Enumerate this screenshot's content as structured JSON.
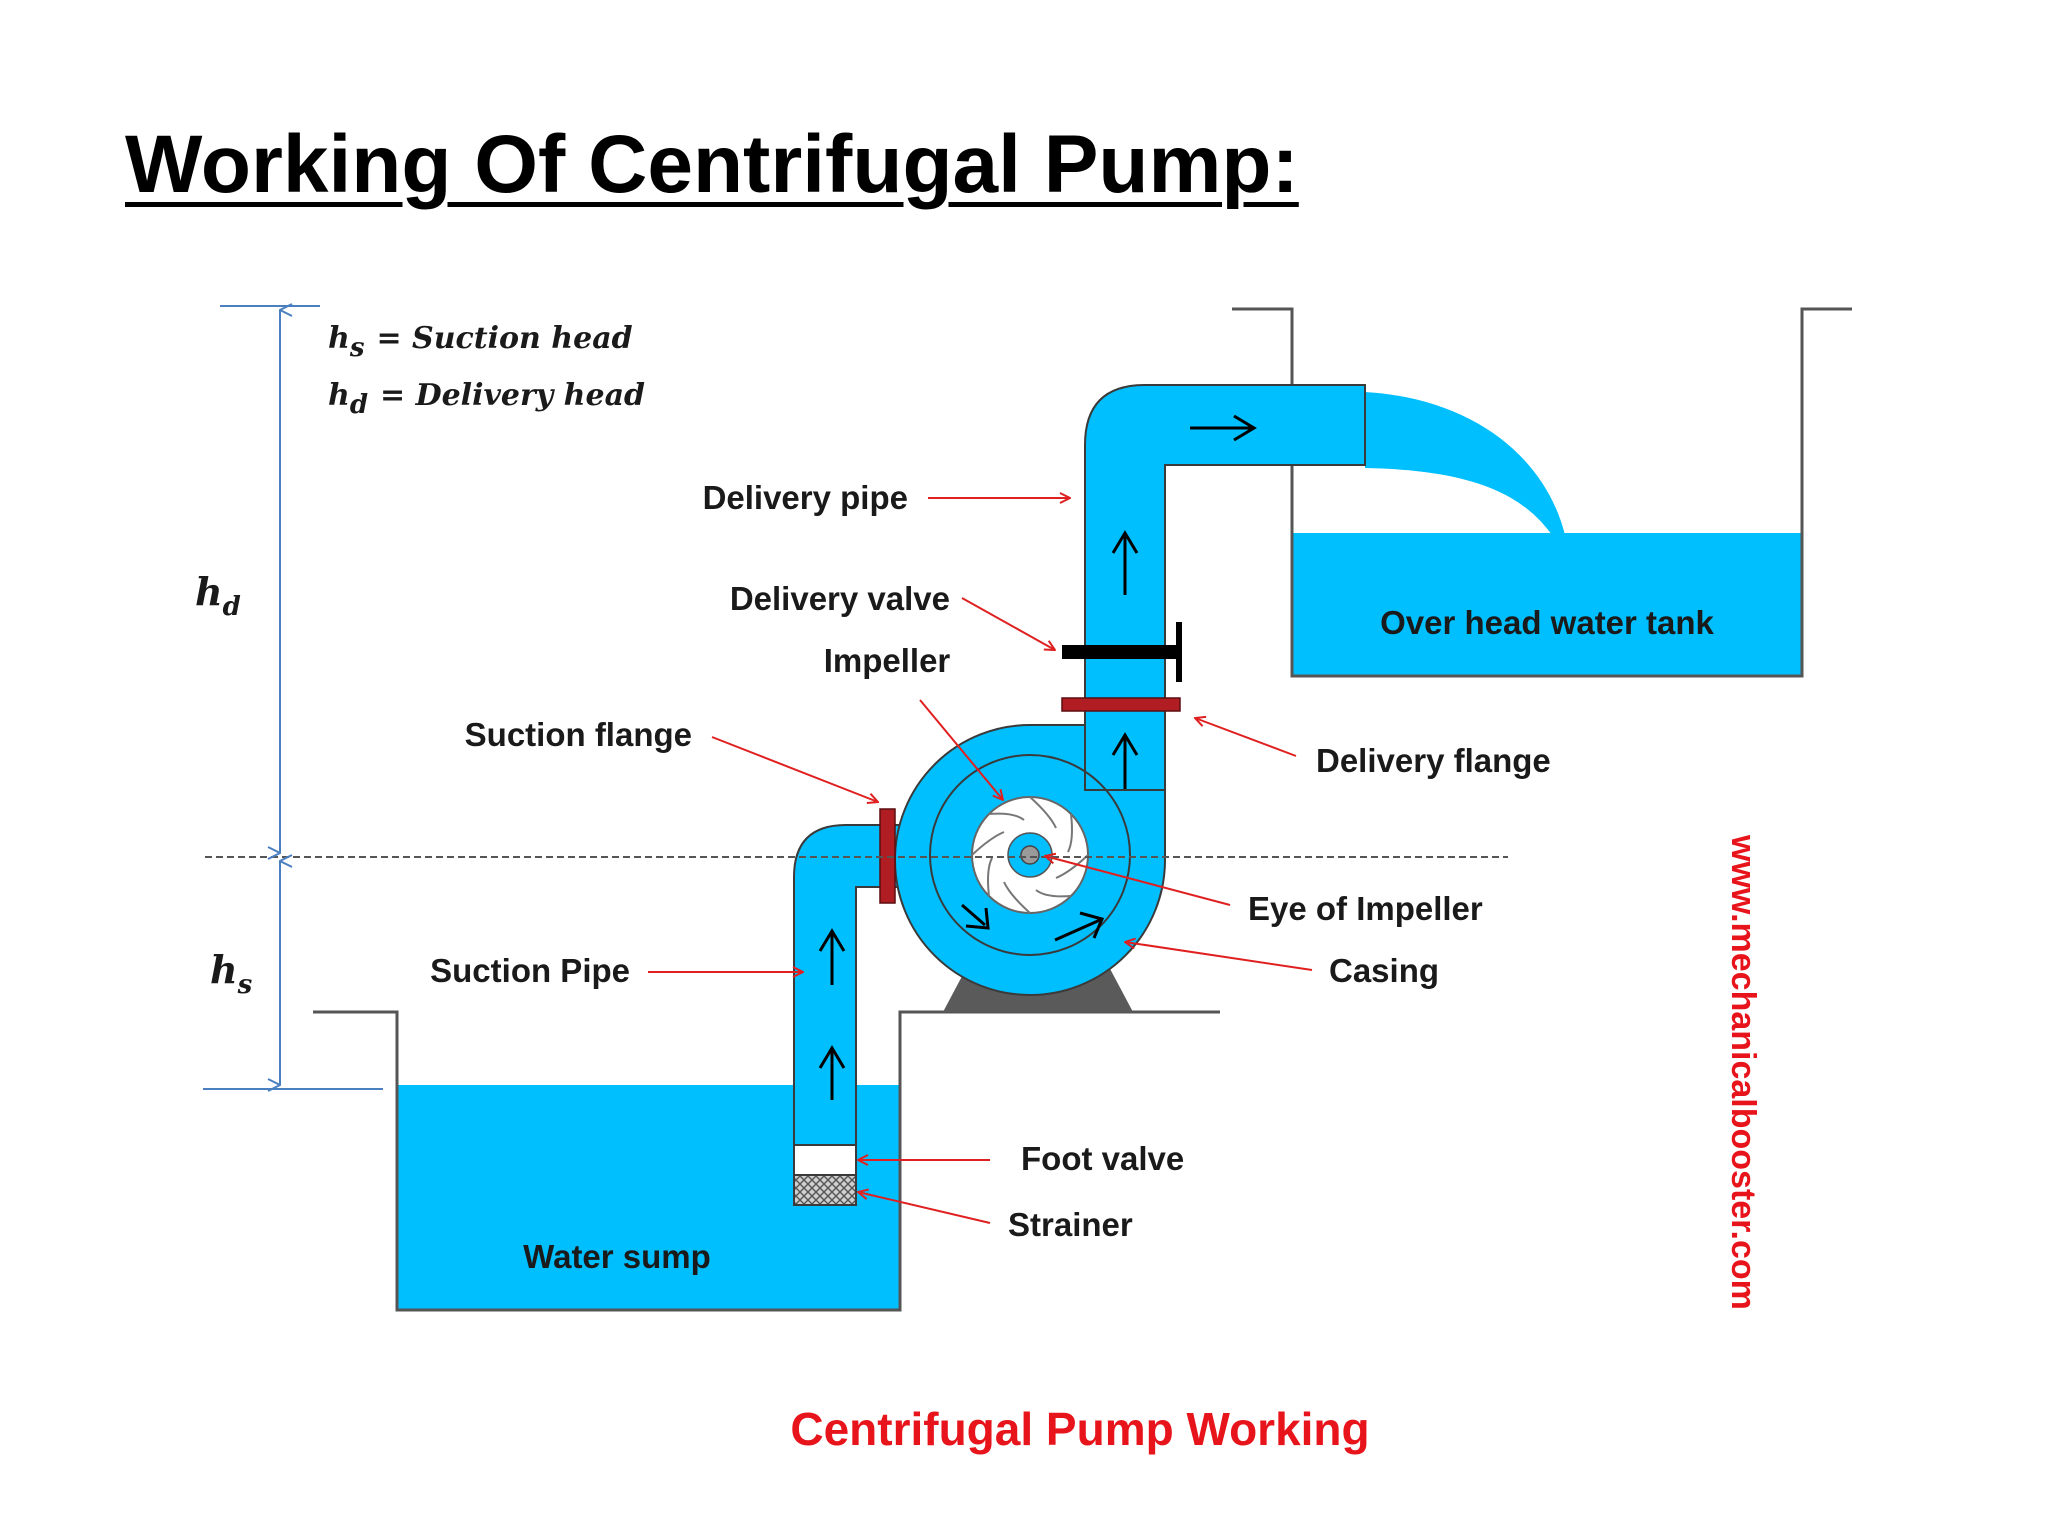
{
  "title": "Working Of Centrifugal Pump:",
  "legend": {
    "suction": {
      "symbol": "h",
      "sub": "s",
      "text": "= Suction head"
    },
    "delivery": {
      "symbol": "h",
      "sub": "d",
      "text": "= Delivery head"
    }
  },
  "dimensions": {
    "hd": {
      "symbol": "h",
      "sub": "d"
    },
    "hs": {
      "symbol": "h",
      "sub": "s"
    }
  },
  "labels": {
    "delivery_pipe": "Delivery pipe",
    "delivery_valve": "Delivery valve",
    "impeller": "Impeller",
    "suction_flange": "Suction flange",
    "delivery_flange": "Delivery flange",
    "eye_of_impeller": "Eye of Impeller",
    "casing": "Casing",
    "suction_pipe": "Suction Pipe",
    "foot_valve": "Foot valve",
    "strainer": "Strainer",
    "water_sump": "Water sump",
    "over_head_water_tank": "Over head water tank"
  },
  "caption": "Centrifugal Pump Working",
  "watermark": "www.mechanicalbooster.com",
  "colors": {
    "water": "#00BFFF",
    "flange": "#B01E23",
    "valve": "#000000",
    "stand": "#5A5A5A",
    "arrow_red": "#E02020",
    "dimension_line": "#4A7FC0",
    "caption": "#E8141B",
    "watermark": "#E8141B"
  }
}
